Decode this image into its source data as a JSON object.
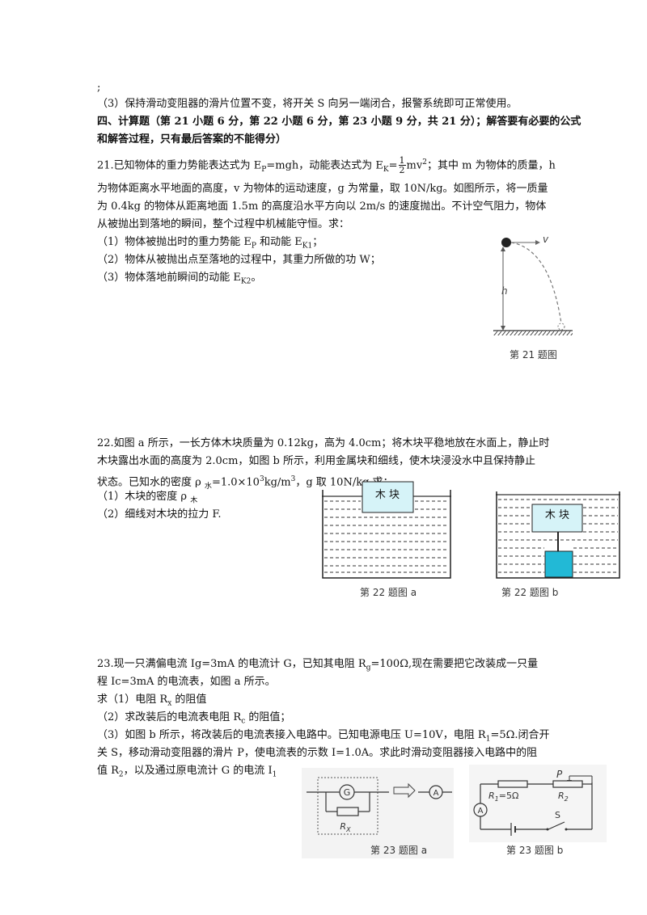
{
  "top_mark": ";",
  "q20_step3": "（3）保持滑动变阻器的滑片位置不变，将开关 S 向另一端闭合，报警系统即可正常使用。",
  "section4": {
    "line1": "四、计算题（第 21 小题 6 分，第 22 小题 6 分，第 23 小题 9 分，共 21 分）；解答要有必要的公式",
    "line2": "和解答过程，只有最后答案的不能得分）"
  },
  "q21": {
    "l1_a": "21.已知物体的重力势能表达式为 E",
    "l1_a_sub": "P",
    "l1_b": "=mgh，动能表达式为 E",
    "l1_b_sub": "K",
    "l1_c": "=",
    "frac_num": "1",
    "frac_den": "2",
    "l1_d": "mv",
    "l1_d_sup": "2",
    "l1_e": "；其中 m 为物体的质量，h",
    "l2": "为物体距离水平地面的高度，v 为物体的运动速度，g 为常量，取 10N/kg。如图所示，将一质量",
    "l3": "为 0.4kg 的物体从距离地面 1.5m 的高度沿水平方向以 2m/s 的速度抛出。不计空气阻力，物体",
    "l4": "从被抛出到落地的瞬间，整个过程中机械能守恒。求：",
    "s1_a": "（1）物体被抛出时的重力势能 E",
    "s1_a_sub": "P",
    "s1_b": " 和动能 E",
    "s1_b_sub": "K1",
    "s1_c": "；",
    "s2": "（2）物体从被抛出点至落地的过程中，其重力所做的功 W；",
    "s3_a": "（3）物体落地前瞬间的动能 E",
    "s3_a_sub": "K2",
    "s3_b": "。",
    "fig_v": "v",
    "fig_h": "h",
    "caption": "第 21 题图"
  },
  "q22": {
    "l1": "22.如图 a 所示，一长方体木块质量为 0.12kg，高为 4.0cm；将木块平稳地放在水面上，静止时",
    "l2": "木块露出水面的高度为 2.0cm，如图 b 所示，利用金属块和细线，使木块浸没水中且保持静止",
    "l3_a": "状态。已知水的密度 ρ ",
    "l3_a_sub": "水",
    "l3_b": "=1.0×10",
    "l3_b_sup": "3",
    "l3_c": "kg/m",
    "l3_c_sup": "3",
    "l3_d": "，g 取 10N/kg.求：",
    "s1_a": "（1）木块的密度 ρ ",
    "s1_a_sub": "木",
    "s2": "（2）细线对木块的拉力 F.",
    "block_label_a": "木 块",
    "block_label_b": "木 块",
    "caption_a": "第 22 题图 a",
    "caption_b": "第 22 题图 b"
  },
  "q23": {
    "l1_a": "23.现一只满偏电流 Ig=3mA 的电流计 G，已知其电阻 R",
    "l1_a_sub": "g",
    "l1_b": "=100Ω,现在需要把它改装成一只量",
    "l2": "程 Ic=3mA 的电流表，如图 a 所示。",
    "s1_a": "求（1）电阻 R",
    "s1_a_sub": "x",
    "s1_b": " 的阻值",
    "s2_a": "（2）求改装后的电流表电阻 R",
    "s2_a_sub": "c",
    "s2_b": " 的阻值；",
    "s3_l1_a": "（3）如图 b 所示，将改装后的电流表接入电路中。已知电源电压 U=10V，电阻 R",
    "s3_l1_a_sub": "1",
    "s3_l1_b": "=5Ω.闭合开",
    "s3_l2": "关 S，移动滑动变阻器的滑片 P，使电流表的示数 I=1.0A。求此时滑动变阻器接入电路中的阻",
    "s3_l3_a": "值 R",
    "s3_l3_a_sub": "2",
    "s3_l3_b": "，以及通过原电流计 G 的电流 I",
    "s3_l3_b_sub": "1",
    "fig_a_G": "G",
    "fig_a_R": "R",
    "fig_a_R_sub": "X",
    "fig_a_A": "A",
    "fig_b_P": "P",
    "fig_b_R1": "R",
    "fig_b_R1_sub": "1",
    "fig_b_R1_val": "=5Ω",
    "fig_b_R2": "R",
    "fig_b_R2_sub": "2",
    "fig_b_A": "A",
    "fig_b_S": "S",
    "caption_a": "第 23 题图 a",
    "caption_b": "第 23 题图 b"
  },
  "colors": {
    "block_fill": "#d6f3f8",
    "metal_fill": "#22b9d6",
    "water_line": "#333333"
  }
}
